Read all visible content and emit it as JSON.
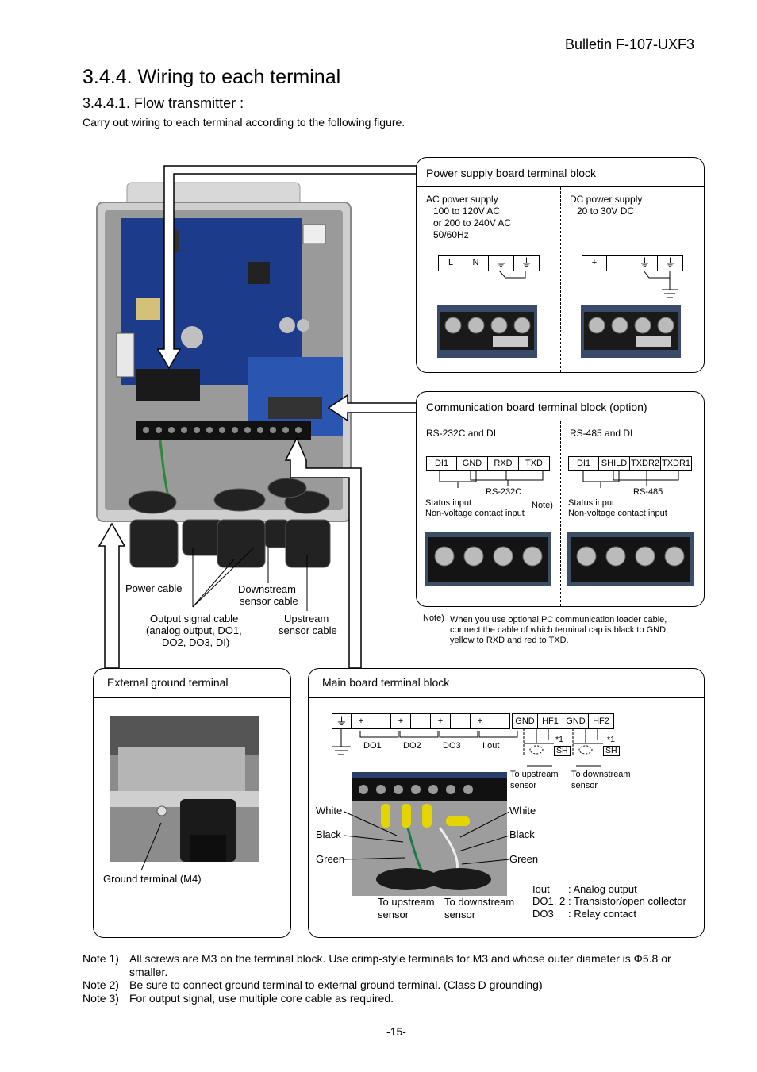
{
  "header": {
    "bulletin": "Bulletin F-107-UXF3"
  },
  "section": {
    "title": "3.4.4. Wiring to each terminal",
    "subtitle": "3.4.4.1. Flow transmitter :",
    "intro": "Carry out wiring to each terminal according to the following figure."
  },
  "power_panel": {
    "title": "Power supply board terminal block",
    "ac": {
      "l1": "AC power supply",
      "l2": "100 to 120V AC",
      "l3": "or 200 to 240V AC",
      "l4": "50/60Hz",
      "terms": [
        "L",
        "N",
        "⏚",
        "⏚"
      ]
    },
    "dc": {
      "l1": "DC power supply",
      "l2": "20 to 30V DC",
      "terms": [
        "+",
        "",
        "⏚",
        "⏚"
      ]
    }
  },
  "comm_panel": {
    "title": "Communication board terminal block (option)",
    "rs232": {
      "title": "RS-232C and DI",
      "terms": [
        "DI1",
        "GND",
        "RXD",
        "TXD"
      ],
      "group": "RS-232C",
      "status1": "Status input",
      "status2": "Non-voltage contact input",
      "note": "Note)"
    },
    "rs485": {
      "title": "RS-485 and DI",
      "terms": [
        "DI1",
        "SHILD",
        "TXDR2",
        "TXDR1"
      ],
      "group": "RS-485",
      "status1": "Status input",
      "status2": "Non-voltage contact input"
    }
  },
  "photo_labels": {
    "power_cable": "Power cable",
    "downstream1": "Downstream",
    "downstream2": "sensor cable",
    "output1": "Output signal cable",
    "output2": "(analog output, DO1,",
    "output3": "DO2, DO3, DI)",
    "upstream1": "Upstream",
    "upstream2": "sensor cable"
  },
  "loader_note": {
    "label": "Note)",
    "l1": "When you use optional PC communication loader cable,",
    "l2": "connect the cable of which terminal cap is black to GND,",
    "l3": "yellow to RXD and red to TXD."
  },
  "ground_panel": {
    "title": "External ground terminal",
    "label": "Ground terminal (M4)"
  },
  "main_panel": {
    "title": "Main board terminal block",
    "terms": [
      "⏚",
      "+",
      "",
      "+",
      "",
      "+",
      "",
      "+",
      ""
    ],
    "terms2": [
      "GND",
      "HF1",
      "GND",
      "HF2"
    ],
    "groups": [
      "DO1",
      "DO2",
      "DO3",
      "I out"
    ],
    "star1": "*1",
    "star2": "*1",
    "sh1": "SH",
    "sh2": "SH",
    "to_up1": "To upstream",
    "to_up2": "sensor",
    "to_down1": "To downstream",
    "to_down2": "sensor",
    "white_l": "White",
    "black_l": "Black",
    "green_l": "Green",
    "white_r": "White",
    "black_r": "Black",
    "green_r": "Green",
    "photo_up1": "To upstream",
    "photo_up2": "sensor",
    "photo_down1": "To downstream",
    "photo_down2": "sensor",
    "legend": [
      {
        "k": "Iout",
        "v": ": Analog output"
      },
      {
        "k": "DO1, 2",
        "v": ": Transistor/open collector"
      },
      {
        "k": "DO3",
        "v": ": Relay contact"
      }
    ]
  },
  "notes": [
    {
      "label": "Note 1)",
      "text": "All screws are M3 on the terminal block. Use crimp-style terminals for M3 and whose outer diameter is Φ5.8 or smaller."
    },
    {
      "label": "Note 2)",
      "text": "Be sure to connect ground terminal to external ground terminal. (Class D grounding)"
    },
    {
      "label": "Note 3)",
      "text": "For output signal, use multiple core cable as required."
    }
  ],
  "footer": {
    "page": "-15-"
  }
}
